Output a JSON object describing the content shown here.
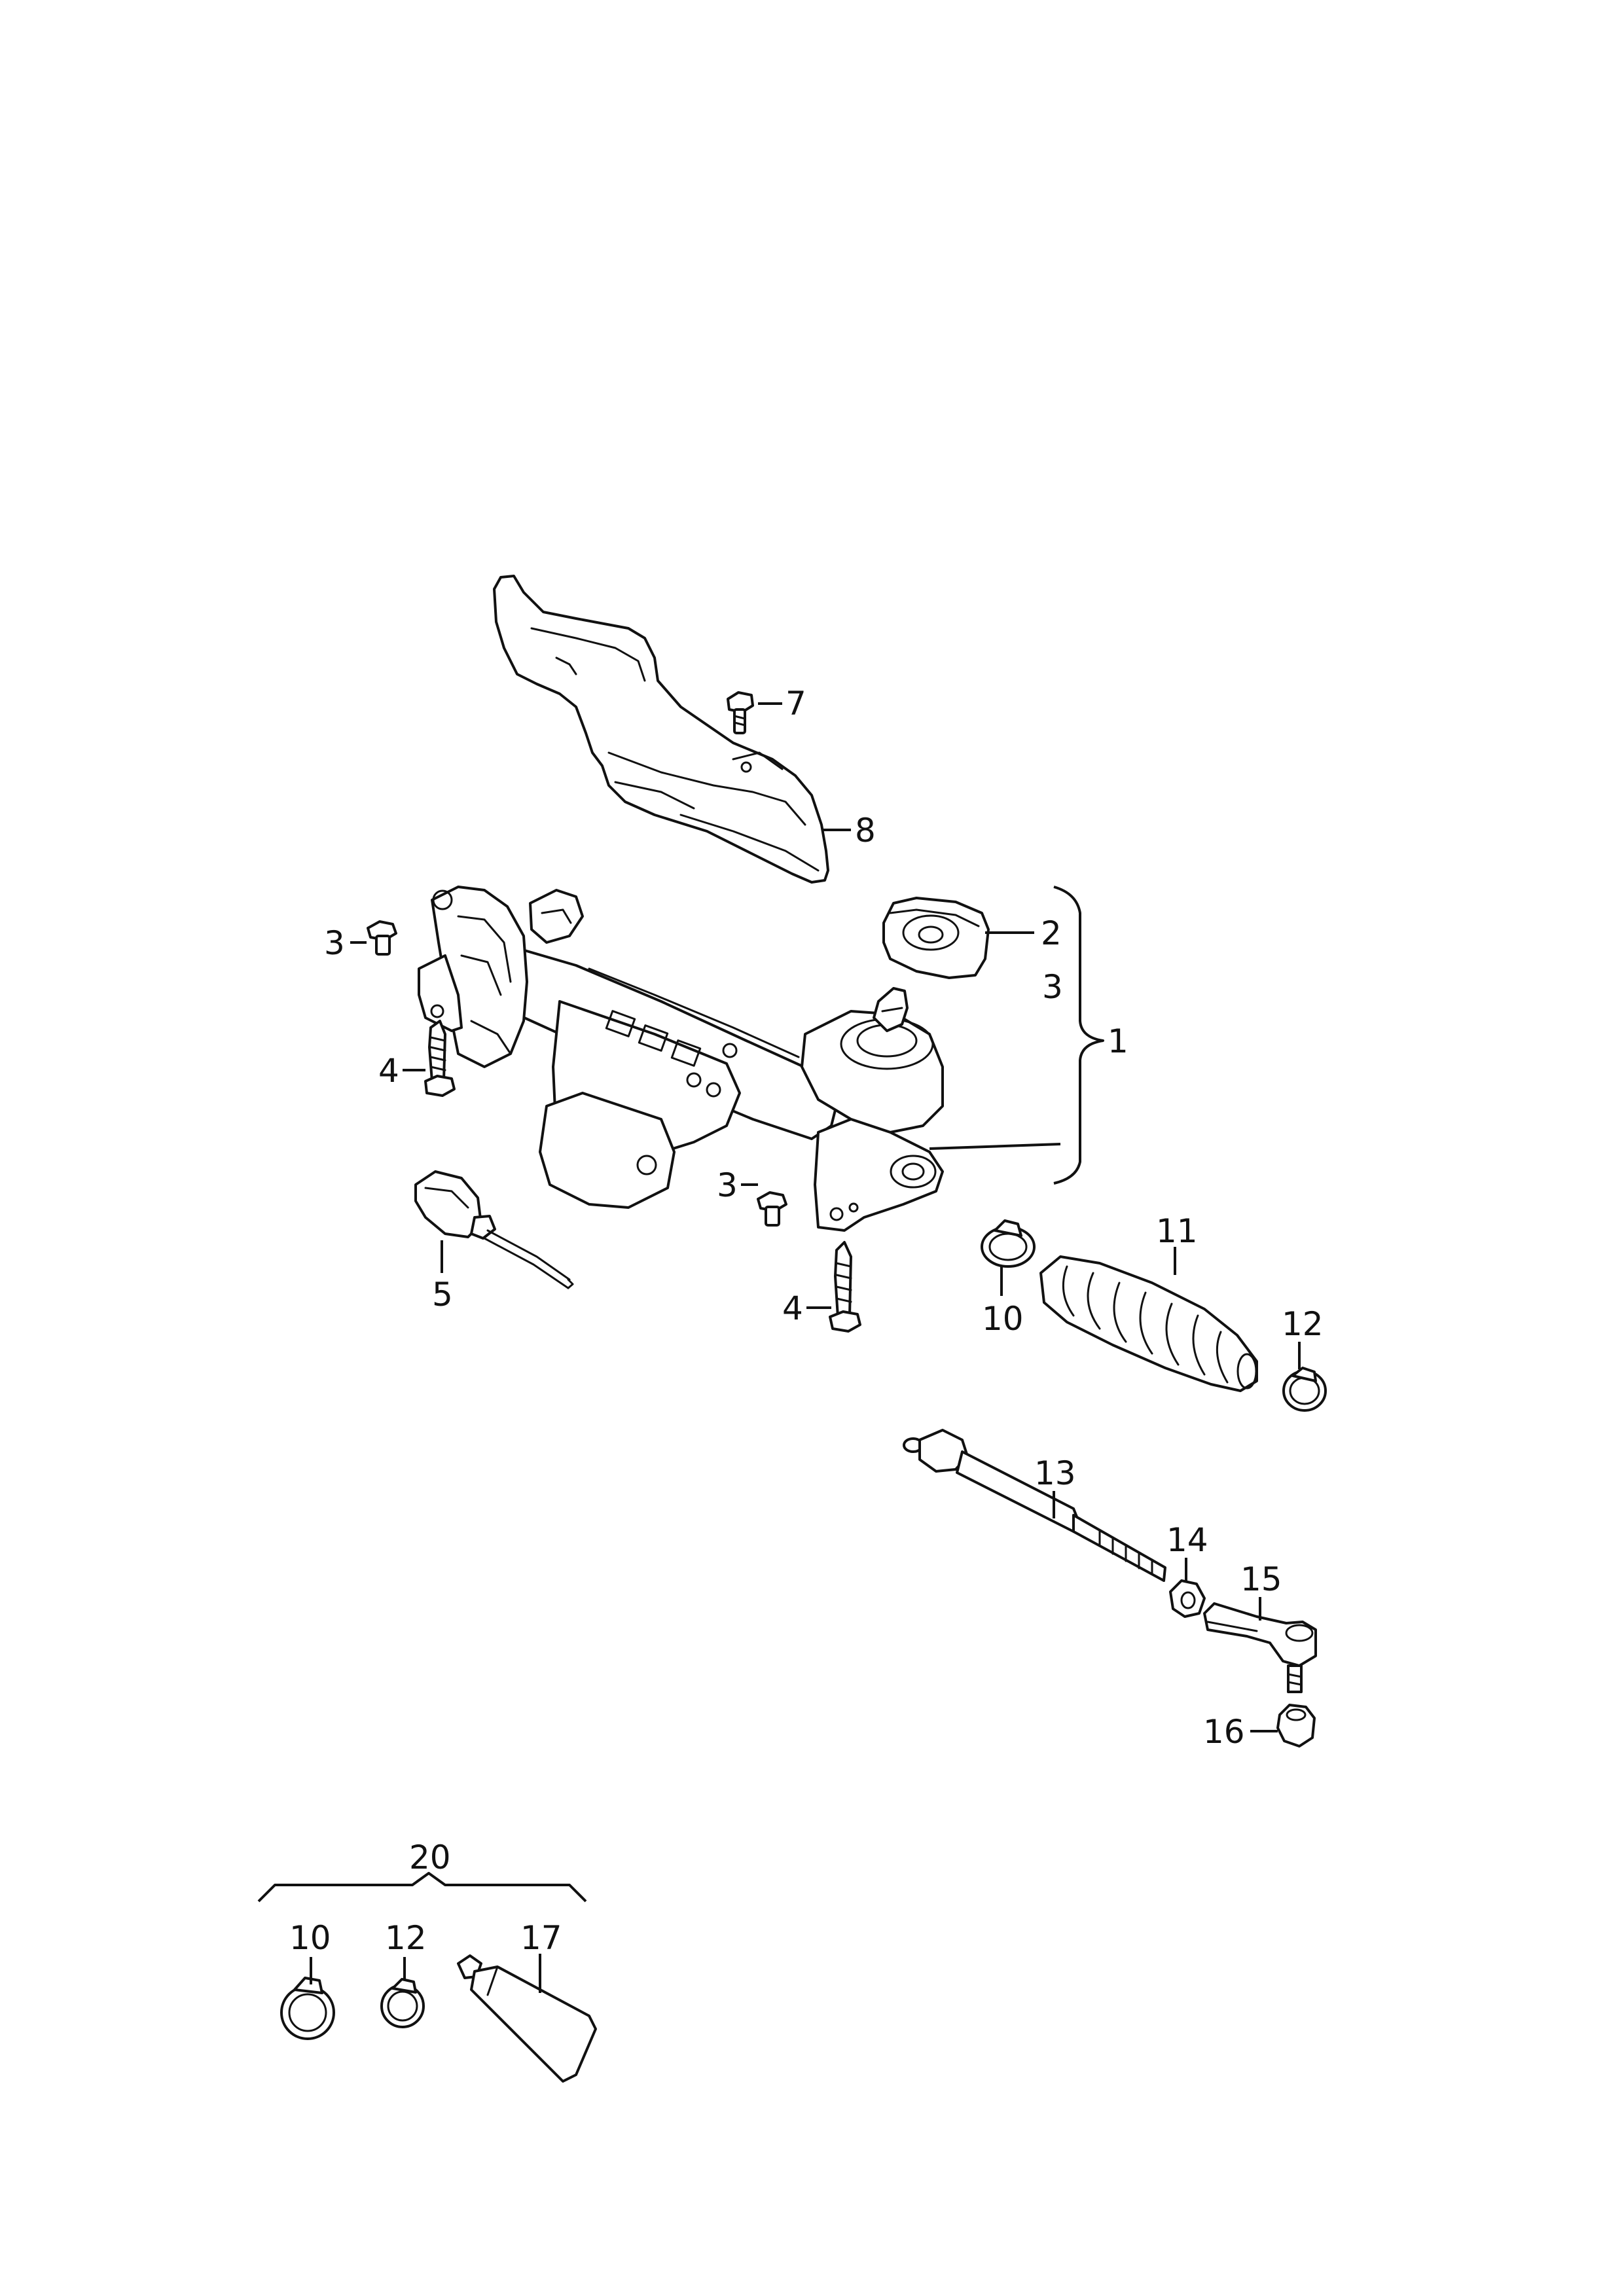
{
  "callouts": [
    {
      "id": "c1",
      "text": "1"
    },
    {
      "id": "c2",
      "text": "2"
    },
    {
      "id": "c3a",
      "text": "3"
    },
    {
      "id": "c3b",
      "text": "3"
    },
    {
      "id": "c3c",
      "text": "3"
    },
    {
      "id": "c4a",
      "text": "4"
    },
    {
      "id": "c4b",
      "text": "4"
    },
    {
      "id": "c5",
      "text": "5"
    },
    {
      "id": "c7",
      "text": "7"
    },
    {
      "id": "c8",
      "text": "8"
    },
    {
      "id": "c10a",
      "text": "10"
    },
    {
      "id": "c10b",
      "text": "10"
    },
    {
      "id": "c11",
      "text": "11"
    },
    {
      "id": "c12a",
      "text": "12"
    },
    {
      "id": "c12b",
      "text": "12"
    },
    {
      "id": "c13",
      "text": "13"
    },
    {
      "id": "c14",
      "text": "14"
    },
    {
      "id": "c15",
      "text": "15"
    },
    {
      "id": "c16",
      "text": "16"
    },
    {
      "id": "c17",
      "text": "17"
    },
    {
      "id": "c20",
      "text": "20"
    }
  ]
}
